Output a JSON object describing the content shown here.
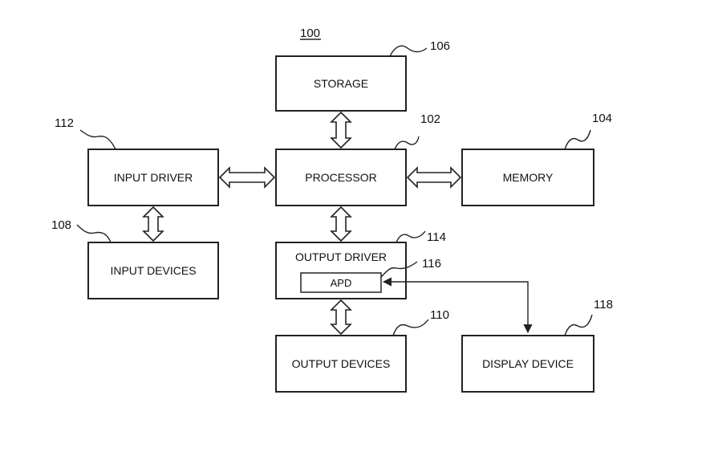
{
  "figure_ref": "100",
  "blocks": {
    "storage": {
      "label": "STORAGE",
      "ref": "106"
    },
    "processor": {
      "label": "PROCESSOR",
      "ref": "102"
    },
    "memory": {
      "label": "MEMORY",
      "ref": "104"
    },
    "input_driver": {
      "label": "INPUT DRIVER",
      "ref": "112"
    },
    "input_devices": {
      "label": "INPUT DEVICES",
      "ref": "108"
    },
    "output_driver": {
      "label": "OUTPUT DRIVER",
      "ref": "114"
    },
    "apd": {
      "label": "APD",
      "ref": "116"
    },
    "output_devices": {
      "label": "OUTPUT DEVICES",
      "ref": "110"
    },
    "display_device": {
      "label": "DISPLAY DEVICE",
      "ref": "118"
    }
  },
  "connections": [
    {
      "from": "storage",
      "to": "processor",
      "style": "double-arrow"
    },
    {
      "from": "input_driver",
      "to": "processor",
      "style": "double-arrow"
    },
    {
      "from": "processor",
      "to": "memory",
      "style": "double-arrow"
    },
    {
      "from": "input_driver",
      "to": "input_devices",
      "style": "double-arrow"
    },
    {
      "from": "processor",
      "to": "output_driver",
      "style": "double-arrow"
    },
    {
      "from": "output_driver",
      "to": "output_devices",
      "style": "double-arrow"
    },
    {
      "from": "apd",
      "to": "display_device",
      "style": "single-arrow"
    }
  ]
}
